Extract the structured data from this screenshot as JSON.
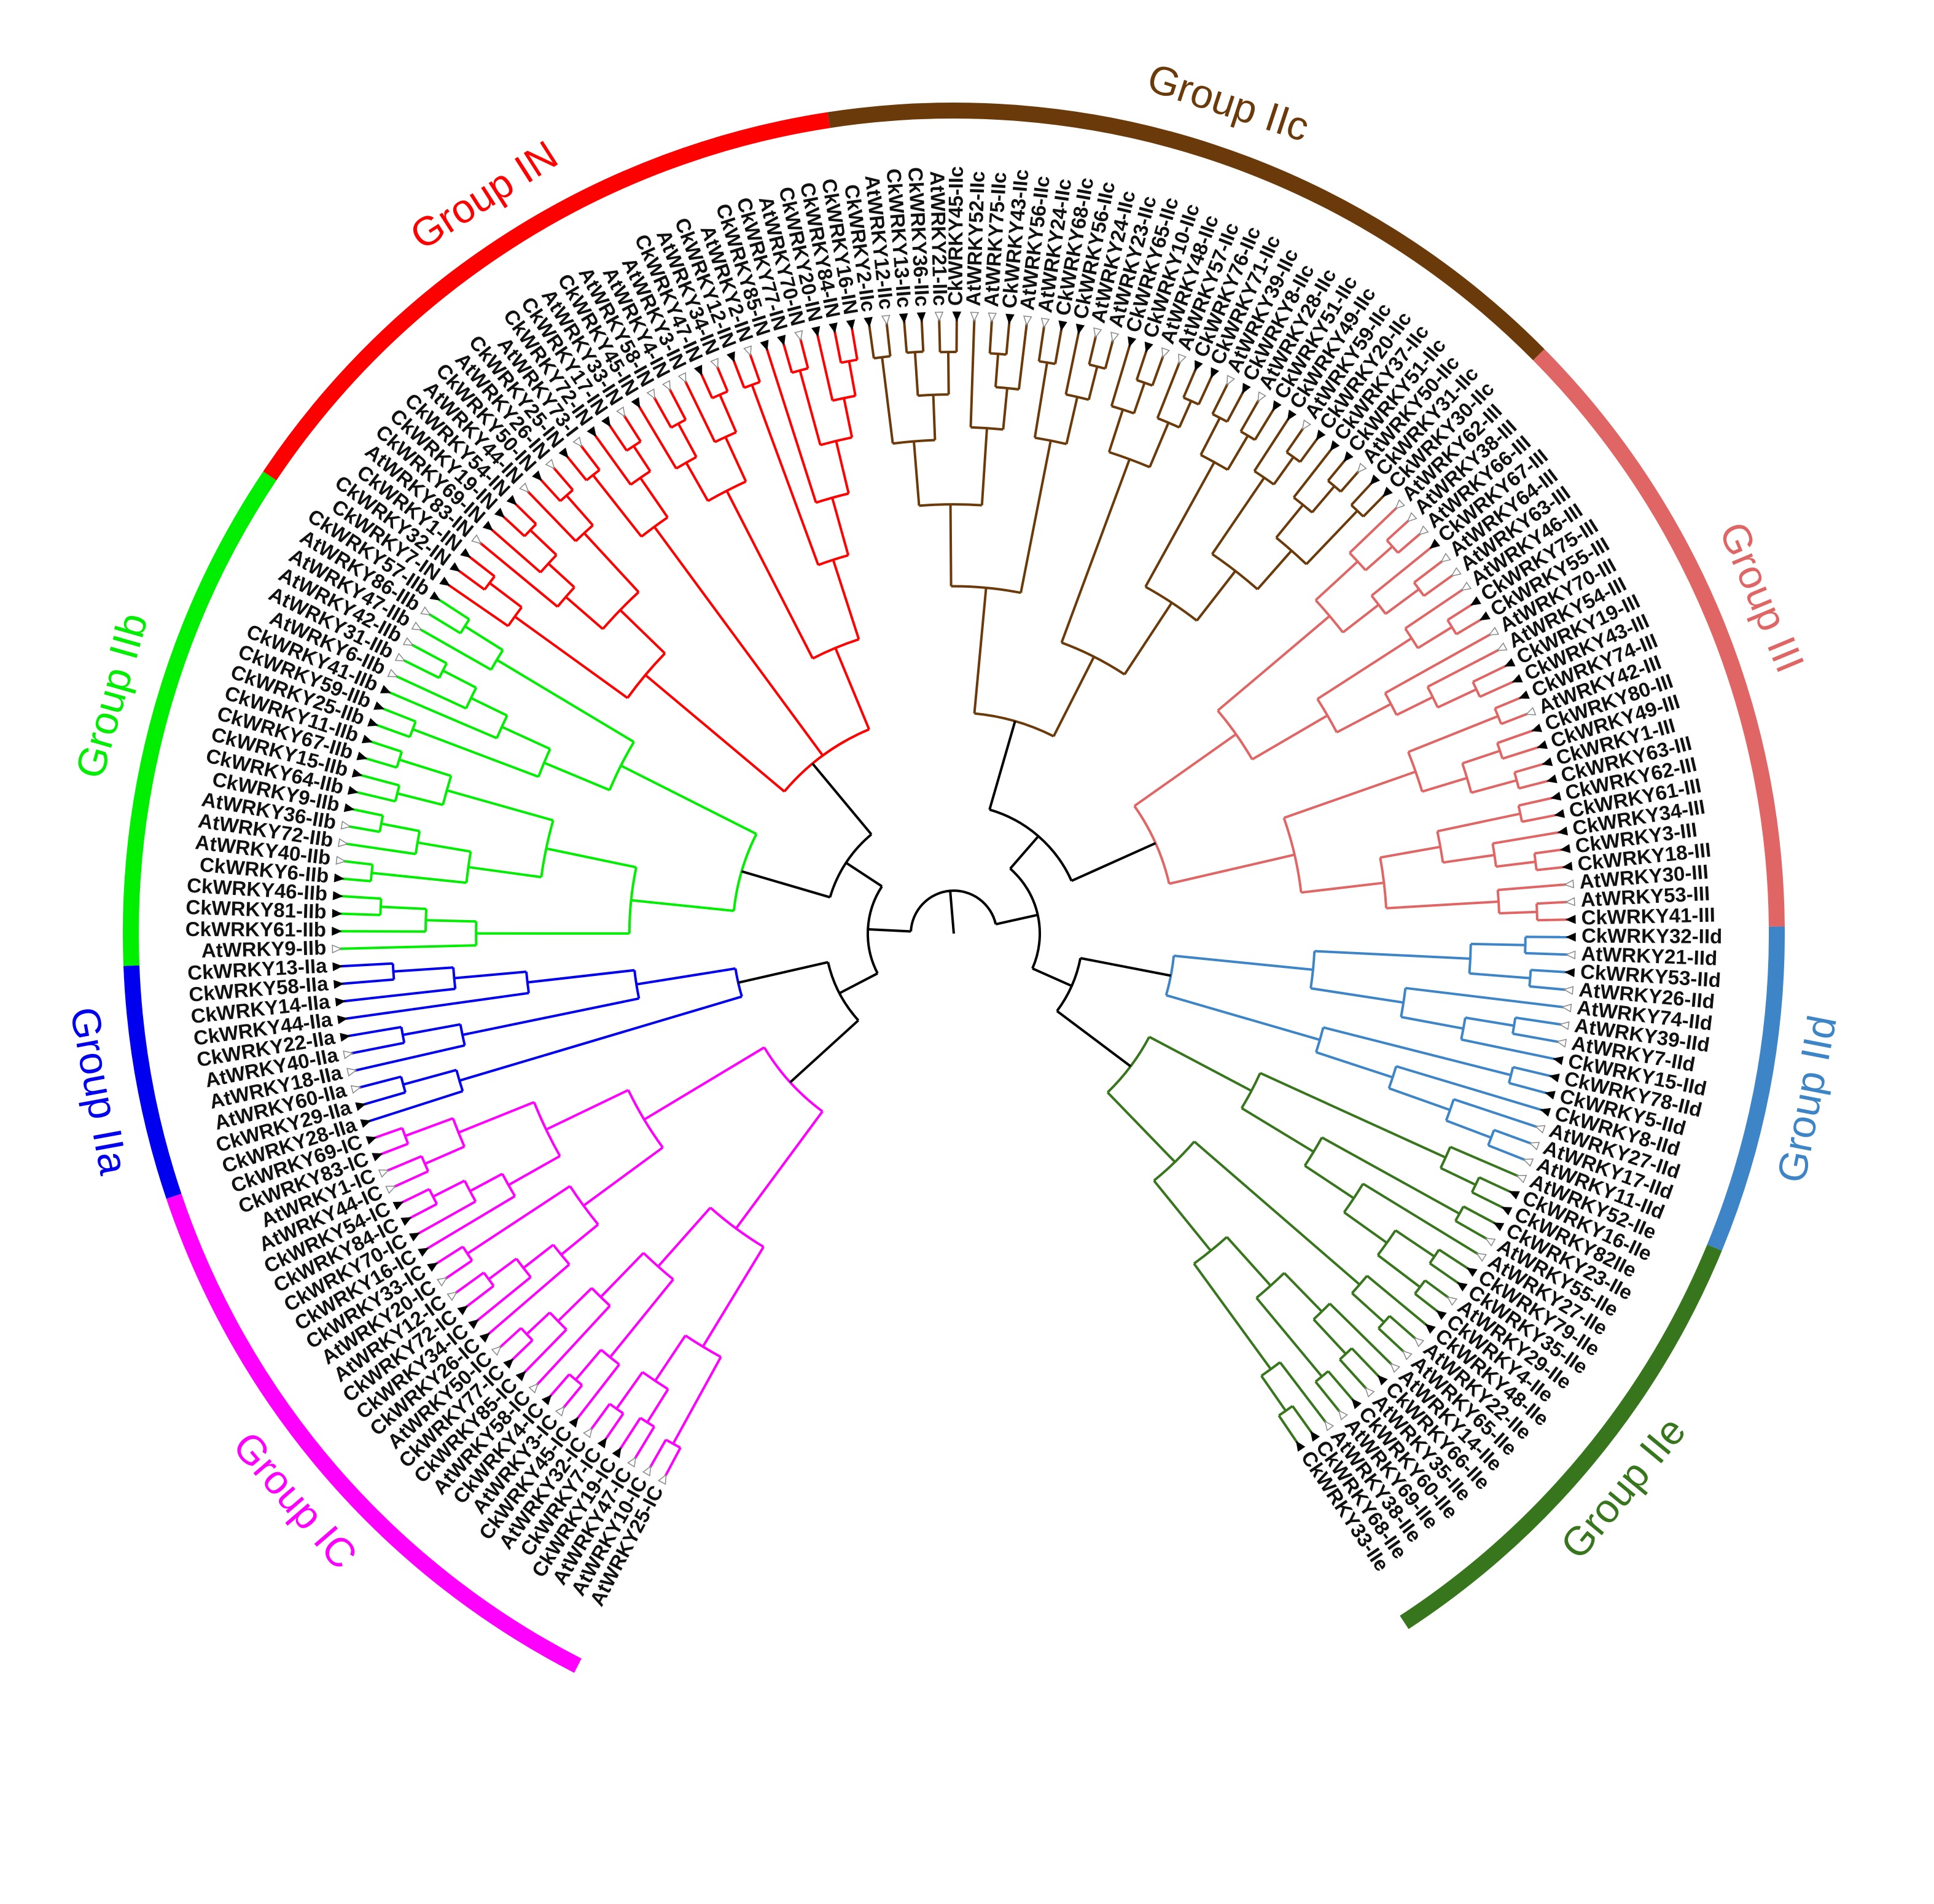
{
  "groups": [
    {
      "key": "IC",
      "label": "Group IC",
      "color": "#ff00ff",
      "leaves": [
        "AtWRKY25-IC",
        "AtWRKY10-IC",
        "AtWRKY47-IC",
        "CkWRKY19-IC",
        "CkWRKY7-IC",
        "AtWRKY32-IC",
        "CkWRKY45-IC",
        "AtWRKY3-IC",
        "CkWRKY4-IC",
        "AtWRKY58-IC",
        "CkWRKY85-IC",
        "CkWRKY77-IC",
        "AtWRKY50-IC",
        "CkWRKY26-IC",
        "CkWRKY34-IC",
        "CkWRKY72-IC",
        "AtWRKY12-IC",
        "AtWRKY20-IC",
        "CkWRKY33-IC",
        "CkWRKY16-IC",
        "CkWRKY70-IC",
        "CkWRKY84-IC",
        "CkWRKY54-IC",
        "AtWRKY44-IC",
        "AtWRKY1-IC",
        "CkWRKY83-IC",
        "CkWRKY69-IC"
      ]
    },
    {
      "key": "IIa",
      "label": "Group IIa",
      "color": "#0000ee",
      "leaves": [
        "CkWRKY28-IIa",
        "CkWRKY29-IIa",
        "AtWRKY60-IIa",
        "AtWRKY18-IIa",
        "AtWRKY40-IIa",
        "CkWRKY22-IIa",
        "CkWRKY44-IIa",
        "CkWRKY14-IIa",
        "CkWRKY58-IIa",
        "CkWRKY13-IIa"
      ]
    },
    {
      "key": "IIb",
      "label": "Group IIb",
      "color": "#00ee00",
      "leaves": [
        "AtWRKY9-IIb",
        "CkWRKY61-IIb",
        "CkWRKY81-IIb",
        "CkWRKY46-IIb",
        "CkWRKY6-IIb",
        "AtWRKY40-IIb",
        "AtWRKY72-IIb",
        "AtWRKY36-IIb",
        "CkWRKY9-IIb",
        "CkWRKY64-IIb",
        "CkWRKY15-IIb",
        "CkWRKY67-IIb",
        "CkWRKY11-IIb",
        "CkWRKY25-IIb",
        "CkWRKY59-IIb",
        "CkWRKY41-IIb",
        "AtWRKY6-IIb",
        "AtWRKY31-IIb",
        "AtWRKY42-IIb",
        "AtWRKY47-IIb",
        "AtWRKY86-IIb",
        "CkWRKY57-IIb"
      ]
    },
    {
      "key": "IN",
      "label": "Group IN",
      "color": "#ff0000",
      "leaves": [
        "CkWRKY7-IN",
        "CkWRKY32-IN",
        "CkWRKY1-IN",
        "AtWRKY83-IN",
        "CkWRKY69-IN",
        "CkWRKY19-IN",
        "CkWRKY54-IN",
        "AtWRKY44-IN",
        "CkWRKY50-IN",
        "AtWRKY26-IN",
        "CkWRKY25-IN",
        "AtWRKY73-I",
        "CkWRKY72-IN",
        "CkWRKY17-IN",
        "AtWRKY33-IN",
        "CkWRKY45-IN",
        "AtWRKY58-IN",
        "AtWRKY4-IN",
        "AtWRKY3-IN",
        "CkWRKY47-IN",
        "AtWRKY34-IN",
        "CkWRKY12-IN",
        "AtWRKY2-IN",
        "CkWRKY85-IN",
        "CkWRKY77-IN",
        "AtWRKY70-IN",
        "CkWRKY20-IN",
        "CkWRKY84-IN",
        "CkWRKY16-IN"
      ]
    },
    {
      "key": "IIc",
      "label": "Group IIc",
      "color": "#6b3a0a",
      "leaves": [
        "CkWRKY2-IIc",
        "AtWRKY12-IIc",
        "CkWRKY13-IIc",
        "CkWRKY36-IIc",
        "AtWRKY21-IIc",
        "CkWRKY45-IIc",
        "AtWRKY52-IIc",
        "AtWRKY75-IIc",
        "CkWRKY43-IIc",
        "AtWRKY56-IIc",
        "AtWRKY24-IIc",
        "CkWRKY68-IIc",
        "CkWRKY56-IIc",
        "AtWRKY24-IIc",
        "AtWRKY23-IIc",
        "CkWRKY65-IIc",
        "CkWRKY10-IIc",
        "AtWRKY48-IIc",
        "AtWRKY57-IIc",
        "CkWRKY76-IIc",
        "CkWRKY71-IIc",
        "AtWRKY39-IIc",
        "CkWRKY8-IIc",
        "AtWRKY28-IIc",
        "CkWRKY51-IIc",
        "CkWRKY49-IIc",
        "AtWRKY59-IIc",
        "CkWRKY20-IIc",
        "CkWRKY37-IIc",
        "CkWRKY51-IIc",
        "AtWRKY50-IIc",
        "CkWRKY31-IIc",
        "CkWRKY30-IIc"
      ]
    },
    {
      "key": "III",
      "label": "Group III",
      "color": "#e06666",
      "leaves": [
        "AtWRKY62-III",
        "AtWRKY38-III",
        "AtWRKY66-III",
        "CkWRKY67-III",
        "AtWRKY64-III",
        "AtWRKY63-III",
        "AtWRKY46-III",
        "CkWRKY75-III",
        "CkWRKY55-III",
        "AtWRKY70-III",
        "AtWRKY54-III",
        "CkWRKY19-III",
        "CkWRKY43-III",
        "CkWRKY74-III",
        "AtWRKY42-III",
        "CkWRKY80-III",
        "CkWRKY49-III",
        "CkWRKY1-III",
        "CkWRKY63-III",
        "CkWRKY62-III",
        "CkWRKY61-III",
        "CkWRKY34-III",
        "CkWRKY3-III",
        "CkWRKY18-III",
        "AtWRKY30-III",
        "AtWRKY53-III",
        "CkWRKY41-III"
      ]
    },
    {
      "key": "IId",
      "label": "Group IId",
      "color": "#3d85c6",
      "leaves": [
        "CkWRKY32-IId",
        "AtWRKY21-IId",
        "CkWRKY53-IId",
        "AtWRKY26-IId",
        "AtWRKY74-IId",
        "AtWRKY39-IId",
        "AtWRKY7-IId",
        "CkWRKY15-IId",
        "CkWRKY78-IId",
        "CkWRKY5-IId",
        "CkWRKY8-IId",
        "AtWRKY27-IId",
        "AtWRKY17-IId",
        "AtWRKY11-IId"
      ]
    },
    {
      "key": "IIe",
      "label": "Group IIe",
      "color": "#38761d",
      "leaves": [
        "AtWRKY52-IIe",
        "CkWRKY16-IIe",
        "CkWRKY82IIe",
        "CkWRKY23-IIe",
        "AtWRKY55-IIe",
        "AtWRKY27-IIe",
        "CkWRKY79-IIe",
        "CkWRKY35-IIe",
        "AtWRKY29-IIe",
        "CkWRKY4-IIe",
        "CkWRKY48-IIe",
        "AtWRKY22-IIe",
        "AtWRKY65-IIe",
        "AtWRKY14-IIe",
        "CkWRKY66-IIe",
        "AtWRKY35-IIe",
        "CkWRKY60-IIe",
        "AtWRKY69-IIe",
        "AtWRKY38-IIe",
        "CkWRKY68-IIe",
        "CkWRKY33-IIe"
      ]
    }
  ],
  "backbone_color": "#000000"
}
